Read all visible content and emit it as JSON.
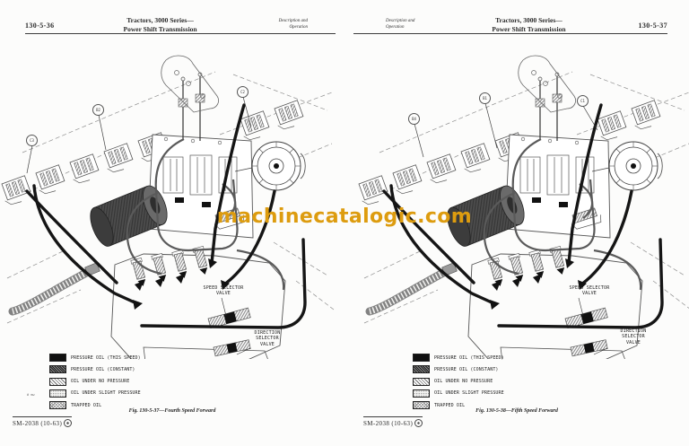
{
  "watermark": {
    "text": "machinecatalogic.com",
    "color": "#dd9c0f"
  },
  "shared": {
    "title_line1": "Tractors, 3000 Series—",
    "title_line2": "Power Shift Transmission",
    "section_line1": "Description and",
    "section_line2": "Operation",
    "footer": "SM-2038   (10-63)",
    "speed_selector_label": [
      "SPEED SELECTOR",
      "VALVE"
    ],
    "direction_selector_label": [
      "DIRECTION",
      "SELECTOR",
      "VALVE"
    ],
    "legend": {
      "note": "# mw",
      "items": [
        {
          "label": "PRESSURE OIL (THIS SPEED)",
          "pattern": "solid"
        },
        {
          "label": "PRESSURE OIL (CONSTANT)",
          "pattern": "dense-hatch"
        },
        {
          "label": "OIL UNDER NO PRESSURE",
          "pattern": "hatch"
        },
        {
          "label": "OIL UNDER SLIGHT PRESSURE",
          "pattern": "dots"
        },
        {
          "label": "TRAPPED OIL",
          "pattern": "crosshatch"
        }
      ]
    }
  },
  "left_page": {
    "page_number": "130-5-36",
    "figure_caption": "Fig. 130-5-37—Fourth Speed Forward",
    "callouts": [
      "C3",
      "B2",
      "C2"
    ]
  },
  "right_page": {
    "page_number": "130-5-37",
    "figure_caption": "Fig. 130-5-38—Fifth Speed Forward",
    "callouts": [
      "B4",
      "B1",
      "C1"
    ]
  }
}
